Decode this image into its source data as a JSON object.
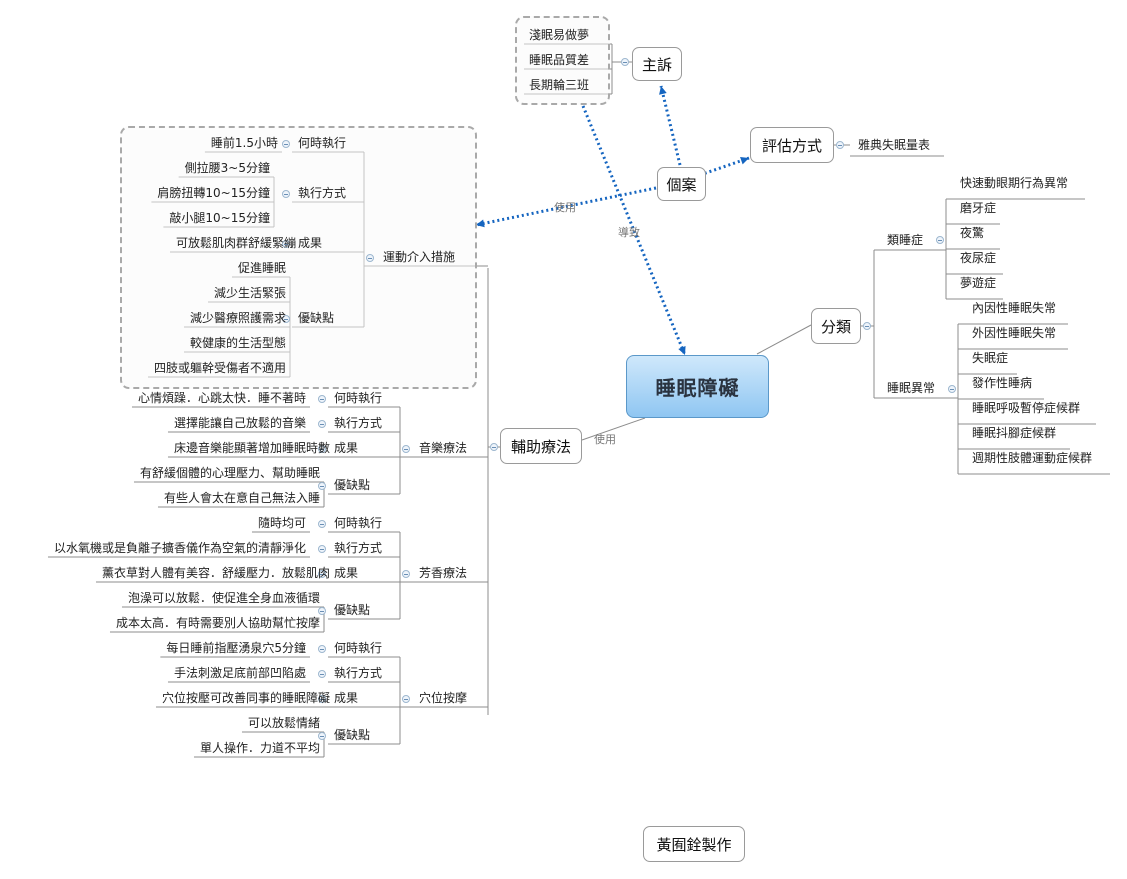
{
  "root": "睡眠障礙",
  "credit": "黃囿銓製作",
  "relations": {
    "use_top": "使用",
    "cause": "導致",
    "use_bottom": "使用"
  },
  "case": {
    "label": "個案",
    "chief_complaint": {
      "label": "主訴",
      "items": [
        "淺眠易做夢",
        "睡眠品質差",
        "長期輪三班"
      ]
    },
    "assessment": {
      "label": "評估方式",
      "items": [
        "雅典失眠量表"
      ]
    }
  },
  "classification": {
    "label": "分類",
    "parasomnia": {
      "label": "類睡症",
      "items": [
        "快速動眼期行為異常",
        "磨牙症",
        "夜驚",
        "夜尿症",
        "夢遊症"
      ]
    },
    "dyssomnia": {
      "label": "睡眠異常",
      "items": [
        "內因性睡眠失常",
        "外因性睡眠失常",
        "失眠症",
        "發作性睡病",
        "睡眠呼吸暫停症候群",
        "睡眠抖腳症候群",
        "週期性肢體運動症候群"
      ]
    }
  },
  "therapy": {
    "label": "輔助療法",
    "exercise": {
      "label": "運動介入措施",
      "when": {
        "label": "何時執行",
        "items": [
          "睡前1.5小時"
        ]
      },
      "how": {
        "label": "執行方式",
        "items": [
          "側拉腰3~5分鐘",
          "肩膀扭轉10~15分鐘",
          "敲小腿10~15分鐘"
        ]
      },
      "result": {
        "label": "成果",
        "items": [
          "可放鬆肌肉群舒緩緊繃"
        ]
      },
      "proscons": {
        "label": "優缺點",
        "items": [
          "促進睡眠",
          "減少生活緊張",
          "減少醫療照護需求",
          "較健康的生活型態",
          "四肢或軀幹受傷者不適用"
        ]
      }
    },
    "music": {
      "label": "音樂療法",
      "when": {
        "label": "何時執行",
        "items": [
          "心情煩躁．心跳太快．睡不著時"
        ]
      },
      "how": {
        "label": "執行方式",
        "items": [
          "選擇能讓自己放鬆的音樂"
        ]
      },
      "result": {
        "label": "成果",
        "items": [
          "床邊音樂能顯著增加睡眠時數"
        ]
      },
      "proscons": {
        "label": "優缺點",
        "items": [
          "有舒緩個體的心理壓力、幫助睡眠",
          "有些人會太在意自己無法入睡"
        ]
      }
    },
    "aroma": {
      "label": "芳香療法",
      "when": {
        "label": "何時執行",
        "items": [
          "隨時均可"
        ]
      },
      "how": {
        "label": "執行方式",
        "items": [
          "以水氧機或是負離子擴香儀作為空氣的清靜淨化"
        ]
      },
      "result": {
        "label": "成果",
        "items": [
          "薰衣草對人體有美容．舒緩壓力．放鬆肌肉"
        ]
      },
      "proscons": {
        "label": "優缺點",
        "items": [
          "泡澡可以放鬆．使促進全身血液循環",
          "成本太高．有時需要別人協助幫忙按摩"
        ]
      }
    },
    "acupressure": {
      "label": "穴位按摩",
      "when": {
        "label": "何時執行",
        "items": [
          "每日睡前指壓湧泉穴5分鐘"
        ]
      },
      "how": {
        "label": "執行方式",
        "items": [
          "手法刺激足底前部凹陷處"
        ]
      },
      "result": {
        "label": "成果",
        "items": [
          "穴位按壓可改善同事的睡眠障礙"
        ]
      },
      "proscons": {
        "label": "優缺點",
        "items": [
          "可以放鬆情緒",
          "單人操作．力道不平均"
        ]
      }
    }
  }
}
